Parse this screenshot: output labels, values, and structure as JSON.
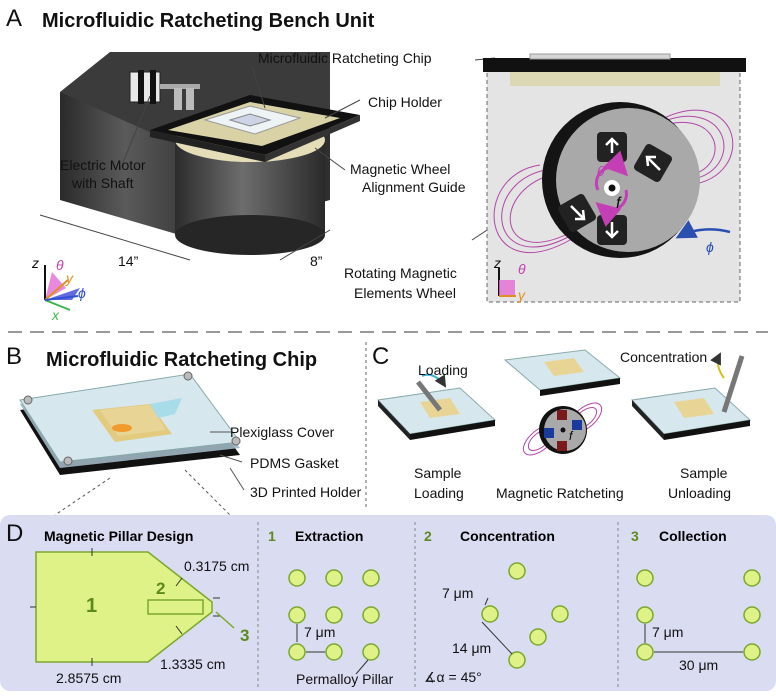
{
  "panelA": {
    "letter": "A",
    "title": "Microfluidic Ratcheting Bench Unit",
    "chip_label": "Microfluidic Ratcheting Chip",
    "holder_label": "Chip Holder",
    "motor_label_1": "Electric Motor",
    "motor_label_2": "with Shaft",
    "guide_label_1": "Magnetic Wheel",
    "guide_label_2": "Alignment Guide",
    "wheel_label_1": "Rotating Magnetic",
    "wheel_label_2": "Elements Wheel",
    "dim_length": "14”",
    "dim_width": "8”",
    "axis_z": "z",
    "axis_y": "y",
    "axis_x": "x",
    "axis_theta": "θ",
    "axis_phi": "ϕ",
    "wheel_f": "f",
    "wheel_theta": "θ",
    "wheel_phi": "ϕ"
  },
  "panelB": {
    "letter": "B",
    "title": "Microfluidic Ratcheting Chip",
    "cover_label": "Plexiglass Cover",
    "gasket_label": "PDMS Gasket",
    "holder_label": "3D Printed Holder"
  },
  "panelC": {
    "letter": "C",
    "loading": "Loading",
    "concentration": "Concentration",
    "sample_loading_1": "Sample",
    "sample_loading_2": "Loading",
    "ratcheting": "Magnetic Ratcheting",
    "sample_unloading_1": "Sample",
    "sample_unloading_2": "Unloading",
    "wheel_f": "f"
  },
  "panelD": {
    "letter": "D",
    "design_title": "Magnetic Pillar Design",
    "region_1": "1",
    "region_2": "2",
    "region_3": "3",
    "dim_a": "0.3175 cm",
    "dim_b": "1.3335 cm",
    "dim_c": "2.8575 cm",
    "step1_num": "1",
    "step1_title": "Extraction",
    "step1_dim": "7 μm",
    "pillar_label": "Permalloy Pillar",
    "step2_num": "2",
    "step2_title": "Concentration",
    "step2_dim_a": "7 μm",
    "step2_dim_b": "14 μm",
    "step2_angle": "∡α = 45°",
    "step3_num": "3",
    "step3_title": "Collection",
    "step3_dim_a": "7 μm",
    "step3_dim_b": "30 μm"
  },
  "colors": {
    "pillar_fill": "#dff287",
    "pillar_stroke": "#7aa82d",
    "panel_d_bg": "#dadcf2",
    "magenta": "#c43fb6",
    "blue_arrow": "#2a4fb0"
  }
}
